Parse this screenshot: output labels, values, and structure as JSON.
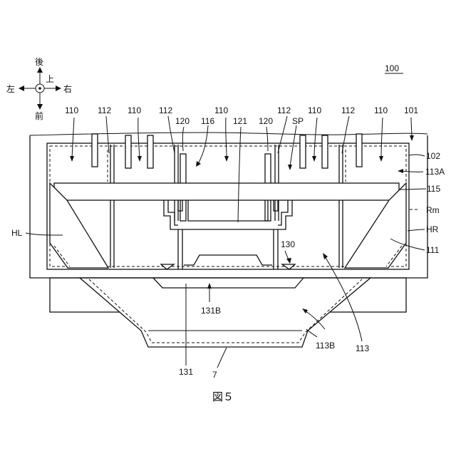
{
  "figure": {
    "number_label": "100",
    "caption": "図５",
    "compass": {
      "back": "後",
      "front": "前",
      "left": "左",
      "right": "右",
      "up": "上"
    },
    "labels": {
      "l110": "110",
      "l112": "112",
      "l120": "120",
      "l116": "116",
      "l121": "121",
      "lSP": "SP",
      "l101": "101",
      "l102": "102",
      "l113A": "113A",
      "l115": "115",
      "lRm": "Rm",
      "lHR": "HR",
      "l111": "111",
      "lHL": "HL",
      "l130": "130",
      "l131B": "131B",
      "l113B": "113B",
      "l113": "113",
      "l131": "131",
      "l7": "7"
    }
  }
}
